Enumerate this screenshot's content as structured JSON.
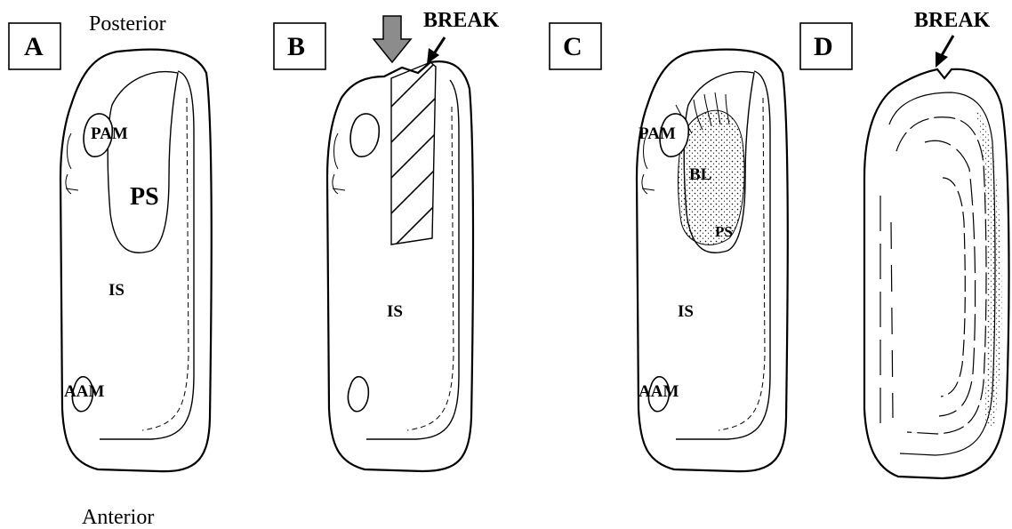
{
  "orientation": {
    "top": "Posterior",
    "bottom": "Anterior"
  },
  "panels": [
    {
      "id": "A",
      "letter": "A",
      "labels": {
        "pam": "PAM",
        "ps": "PS",
        "is": "IS",
        "aam": "AAM"
      }
    },
    {
      "id": "B",
      "letter": "B",
      "labels": {
        "break": "BREAK",
        "is": "IS"
      },
      "arrow_color": "#8c8c8c"
    },
    {
      "id": "C",
      "letter": "C",
      "labels": {
        "pam": "PAM",
        "bl": "BL",
        "ps": "PS",
        "is": "IS",
        "aam": "AAM"
      }
    },
    {
      "id": "D",
      "letter": "D",
      "labels": {
        "break": "BREAK"
      }
    }
  ]
}
